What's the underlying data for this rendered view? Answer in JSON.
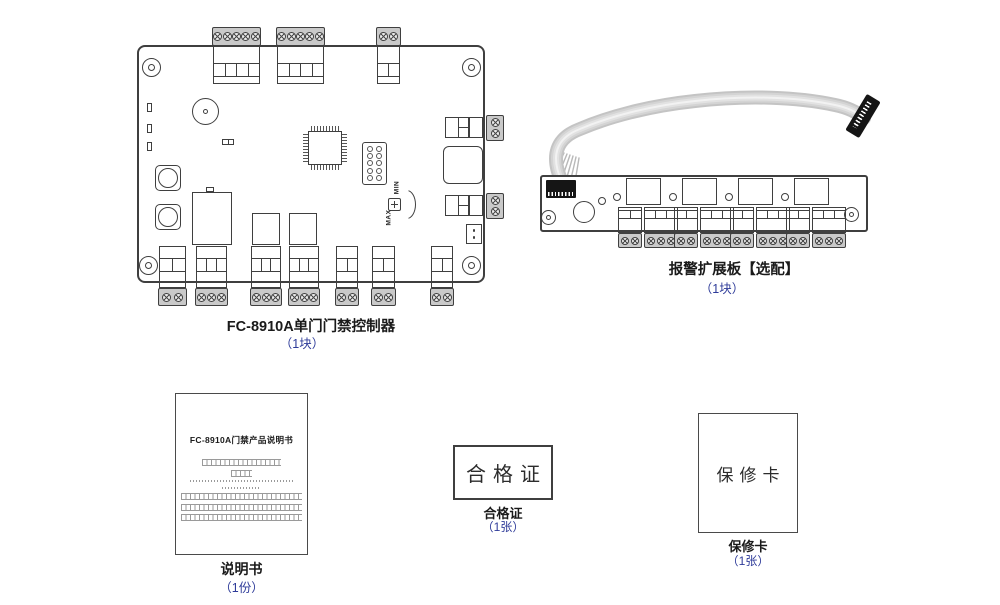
{
  "colors": {
    "accent_blue": "#2e3b99",
    "line_dark": "#3f3f3f"
  },
  "items": {
    "controller": {
      "label": "FC-8910A单门门禁控制器",
      "qty": "（1块）",
      "potentiometer": {
        "min_label": "MIN",
        "max_label": "MAX"
      }
    },
    "expansion": {
      "label": "报警扩展板【选配】",
      "qty": "（1块）"
    },
    "manual": {
      "cover_title": "FC-8910A门禁产品说明书",
      "label": "说明书",
      "qty": "（1份）",
      "placeholder_lines": [
        {
          "style": "boxes",
          "width": 60
        },
        {
          "style": "boxes",
          "width": 16
        },
        {
          "style": "dots",
          "width": 78
        },
        {
          "style": "dots",
          "width": 30
        },
        {
          "style": "boxes",
          "width": 93
        },
        {
          "style": "boxes",
          "width": 93
        },
        {
          "style": "boxes",
          "width": 93
        }
      ]
    },
    "certificate": {
      "card_text": "合格证",
      "label": "合格证",
      "qty": "（1张）"
    },
    "warranty": {
      "card_text": "保修卡",
      "label": "保修卡",
      "qty": "（1张）"
    }
  }
}
